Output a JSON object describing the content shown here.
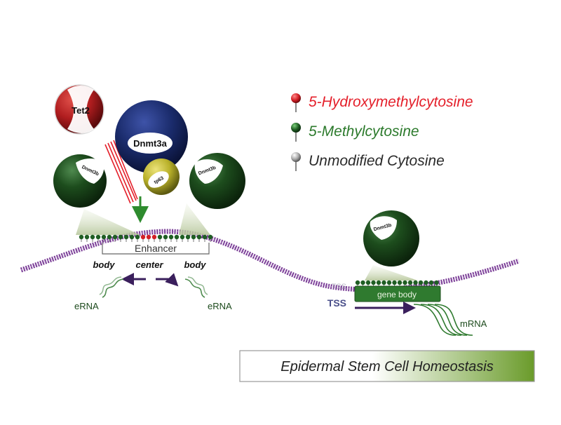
{
  "legend": {
    "hmc": {
      "label": "5-Hydroxymethylcytosine",
      "color": "#e41f2a"
    },
    "mc": {
      "label": "5-Methylcytosine",
      "color": "#2c7a2c"
    },
    "uc": {
      "label": "Unmodified Cytosine",
      "color": "#2a2a2a"
    }
  },
  "proteins": {
    "tet2": "Tet2",
    "dnmt3a": "Dnmt3a",
    "tp63": "tp63",
    "dnmt3b_left": "Dnmt3b",
    "dnmt3b_mid": "Dnmt3b",
    "dnmt3b_right": "Dnmt3b"
  },
  "enhancer": {
    "label": "Enhancer",
    "left": "body",
    "center": "center",
    "right": "body",
    "erna_left": "eRNA",
    "erna_right": "eRNA"
  },
  "gene": {
    "tss_top": "TSS",
    "tss": "TSS",
    "gene_body": "gene body",
    "mrna": "mRNA"
  },
  "banner": {
    "label": "Epidermal Stem Cell Homeostasis"
  },
  "colors": {
    "dna": "#7a3d96",
    "methyl": "#1f5e23",
    "hydroxymethyl": "#d31f26",
    "dnmt3b": "#1d4d1d",
    "dnmt3a": "#1a2b6b",
    "tet2": "#b01d1f",
    "tp63": "#b9b12a",
    "arrow_dir": "#3a1f5c",
    "green_arrow": "#2e8b2e"
  }
}
